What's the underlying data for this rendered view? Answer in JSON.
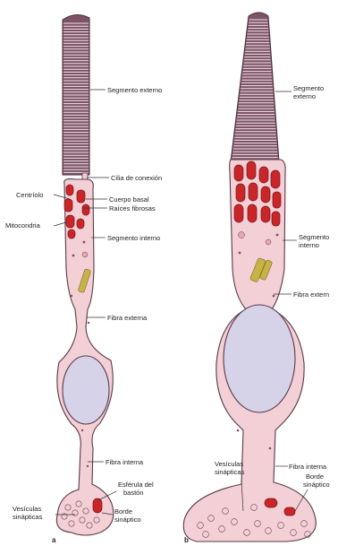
{
  "panel_a": {
    "tag": "a",
    "labels": {
      "segmento_externo": "Segmento externo",
      "cilia_conexion": "Cilia de conexión",
      "centriolo": "Centríolo",
      "cuerpo_basal": "Cuerpo basal",
      "raices_fibrosas": "Raíces fibrosas",
      "mitocondria": "Mitocondria",
      "segmento_interno": "Segmento interno",
      "fibra_externa": "Fibra externa",
      "fibra_interna": "Fibra interna",
      "esferula_line1": "Esférula del",
      "esferula_line2": "bastón",
      "vesiculas_line1": "Vesículas",
      "vesiculas_line2": "sinápticas",
      "borde_line1": "Borde",
      "borde_line2": "sináptico"
    }
  },
  "panel_b": {
    "tag": "b",
    "labels": {
      "segmento_externo_line1": "Segmento",
      "segmento_externo_line2": "externo",
      "segmento_interno_line1": "Segmento",
      "segmento_interno_line2": "interno",
      "fibra_extern": "Fibra extern",
      "vesiculas_line1": "Vesículas",
      "vesiculas_line2": "sinápticas",
      "fibra_interna": "Fibra interna",
      "borde_line1": "Borde",
      "borde_line2": "sináptico"
    }
  },
  "colors": {
    "outer_segment": "#7d5466",
    "cytoplasm": "#f3cfd6",
    "nucleus": "#d6d2e8",
    "mitochondria": "#c9262a",
    "golgi": "#c8b248"
  }
}
